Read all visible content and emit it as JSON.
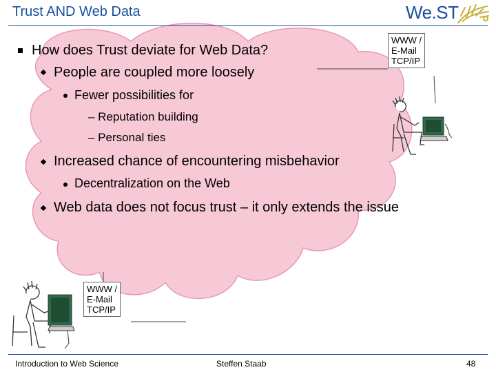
{
  "header": {
    "title": "Trust AND Web Data",
    "logo_text": "We.ST"
  },
  "content": {
    "level1": "How does Trust deviate for Web Data?",
    "level2_a": "People are coupled more loosely",
    "level3_a": "Fewer possibilities for",
    "level4_a": "– Reputation building",
    "level4_b": "– Personal ties",
    "level2_b": "Increased chance of encountering misbehavior",
    "level3_b": "Decentralization on the Web",
    "level2_c": "Web data does not focus trust – it only extends the issue"
  },
  "callouts": {
    "top": [
      "WWW /",
      "E-Mail",
      "TCP/IP"
    ],
    "bottom": [
      "WWW /",
      "E-Mail",
      "TCP/IP"
    ]
  },
  "footer": {
    "left": "Introduction to Web Science",
    "center": "Steffen Staab",
    "page": "48"
  },
  "colors": {
    "accent": "#1b4f9c",
    "cloud": "#f7c9d6",
    "cloud_edge": "#e79ab0"
  },
  "icons": [
    "person-at-computer-icon",
    "person-at-computer-icon",
    "web-logo-icon"
  ]
}
